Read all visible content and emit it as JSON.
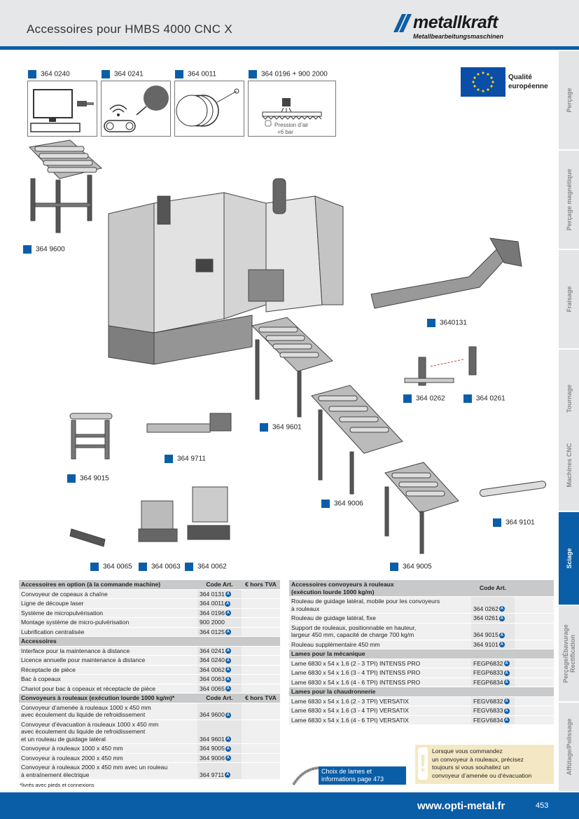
{
  "header": {
    "title": "Accessoires pour HMBS 4000 CNC X",
    "logo_word": "metallkraft",
    "logo_sub": "Metallbearbeitungsmaschinen"
  },
  "option_codes": [
    "364 0240",
    "364 0241",
    "364 0011",
    "364 0196 + 900 2000"
  ],
  "air_pressure": [
    "Pression d’air",
    "+6 bar"
  ],
  "quality": [
    "Qualité",
    "européenne"
  ],
  "tabs": [
    "Perçage",
    "Perçage magnétique",
    "Fraisage",
    "Tournage",
    "Machines CNC",
    "Sciage",
    "Perçage/Ébavurage Rectification",
    "Affûtage/Polissage"
  ],
  "illustration_codes": {
    "c3649600": "364 9600",
    "c3640131": "3640131",
    "c3640262": "364 0262",
    "c3640261": "364 0261",
    "c3649601": "364 9601",
    "c3649711": "364 9711",
    "c3649015": "364 9015",
    "c3649006": "364 9006",
    "c3649101": "364 9101",
    "c3640065": "364 0065",
    "c3640063": "364 0063",
    "c3640062": "364 0062",
    "c3649005": "364 9005"
  },
  "table1": {
    "header": [
      "Accessoires en option (à la commande machine)",
      "Code Art.",
      "€ hors TVA"
    ],
    "rows": [
      [
        "Convoyeur de copeaux à chaîne",
        "364 0131"
      ],
      [
        "Ligne de découpe laser",
        "364 0011"
      ],
      [
        "Système de micropulvérisation",
        "364 0196"
      ],
      [
        "Montage système de micro-pulvérisation",
        "900 2000"
      ],
      [
        "Lubrification centralisée",
        "364 0125"
      ]
    ],
    "section2": "Accessoires",
    "rows2": [
      [
        "Interface pour la maintenance à distance",
        "364 0241"
      ],
      [
        "Licence annuelle pour maintenance à distance",
        "364 0240"
      ],
      [
        "Réceptacle de pièce",
        "364 0062"
      ],
      [
        "Bac à copeaux",
        "364 0063"
      ],
      [
        "Chariot pour bac à copeaux et réceptacle de pièce",
        "364 0065"
      ]
    ],
    "header3": [
      "Convoyeurs à rouleaux (exécution lourde 1000 kg/m)*",
      "Code Art.",
      "€ hors TVA"
    ],
    "rows3": [
      [
        "Convoyeur d’amenée à rouleaux 1000 x 450 mm",
        "avec écoulement du liquide de refroidissement",
        "",
        "364 9600"
      ],
      [
        "Convoyeur d’évacuation à rouleaux 1000 x 450 mm",
        "avec écoulement du liquide de refroidissement",
        "et un rouleau de guidage latéral",
        "364 9601"
      ],
      [
        "Convoyeur à rouleaux 1000 x 450 mm",
        "",
        "",
        "364 9005"
      ],
      [
        "Convoyeur à rouleaux 2000 x 450 mm",
        "",
        "",
        "364 9006"
      ],
      [
        "Convoyeur à rouleaux 2000 x 450 mm avec un rouleau",
        "à entraînement électrique",
        "",
        "364 9711"
      ]
    ]
  },
  "table2": {
    "header": [
      "Accessoires convoyeurs à rouleaux",
      "(exécution lourde 1000 kg/m)",
      "Code Art."
    ],
    "rows": [
      [
        "Rouleau de guidage latéral, mobile pour les convoyeurs",
        "à rouleaux",
        "364 0262"
      ],
      [
        "Rouleau de guidage latéral, fixe",
        "",
        "364 0261"
      ],
      [
        "Support de rouleaux, positionnable en hauteur,",
        "largeur 450 mm, capacité de charge 700 kg/m",
        "364 9015"
      ],
      [
        "Rouleau supplémentaire 450 mm",
        "",
        "364 9101"
      ]
    ],
    "section2": "Lames pour la mécanique",
    "rows2": [
      [
        "Lame 6830 x 54 x 1.6 (2 - 3 TPI) INTENSS PRO",
        "FEGP6832"
      ],
      [
        "Lame 6830 x 54 x 1.6 (3 - 4 TPI) INTENSS PRO",
        "FEGP6833"
      ],
      [
        "Lame 6830 x 54 x 1.6 (4 - 6 TPI) INTENSS PRO",
        "FEGP6834"
      ]
    ],
    "section3": "Lames pour la chaudronnerie",
    "rows3": [
      [
        "Lame 6830 x 54 x 1.6  (2 - 3 TPI) VERSATIX",
        "FEGV6832"
      ],
      [
        "Lame 6830 x 54 x 1.6  (3 - 4 TPI) VERSATIX",
        "FEGV6833"
      ],
      [
        "Lame 6830 x 54 x 1.6  (4 - 6 TPI) VERSATIX",
        "FEGV6834"
      ]
    ]
  },
  "badge": "A",
  "footnote": "*livrés avec pieds et connexions",
  "choix": [
    "Choix de lames et",
    "informations page 473"
  ],
  "note": [
    "Lorsque vous commandez",
    "un convoyeur à rouleaux, précisez",
    "toujours si vous souhaitez un",
    "convoyeur d’amenée ou d’évacuation"
  ],
  "footer": {
    "url": "www.opti-metal.fr",
    "page": "453"
  },
  "colors": {
    "brand_blue": "#0a5ea8",
    "header_grey": "#e6e7e8",
    "note_bg": "#f4e8c4"
  }
}
